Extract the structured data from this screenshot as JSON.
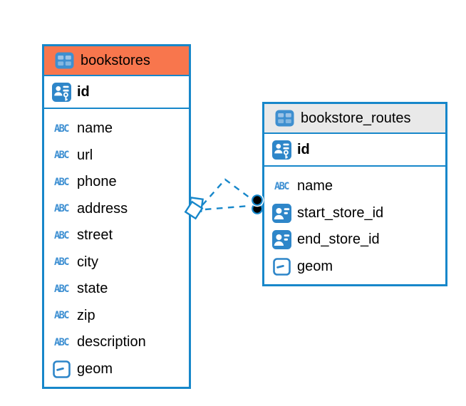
{
  "colors": {
    "table_border": "#1787CA",
    "bookstores_header_bg": "#F8764D",
    "routes_header_bg": "#E9E9E9",
    "icon_blue": "#2E86C9",
    "connection_line": "#1787CA",
    "text": "#000000"
  },
  "icons": {
    "table_glyph": "table-grid",
    "primary_key_glyph": "id-card-with-key",
    "reference_glyph": "id-card",
    "text_type_glyph": "ABC",
    "geometry_glyph": "box-dash"
  },
  "tables": [
    {
      "title": "bookstores",
      "primary_key": "id",
      "columns": [
        "name",
        "url",
        "phone",
        "address",
        "street",
        "city",
        "state",
        "zip",
        "description",
        "geom"
      ],
      "column_types": [
        "text",
        "text",
        "text",
        "text",
        "text",
        "text",
        "text",
        "text",
        "text",
        "geometry"
      ]
    },
    {
      "title": "bookstore_routes",
      "primary_key": "id",
      "columns": [
        "name",
        "start_store_id",
        "end_store_id",
        "geom"
      ],
      "column_types": [
        "text",
        "reference",
        "reference",
        "geometry"
      ]
    }
  ],
  "relationship": {
    "from_table": "bookstores",
    "to_table": "bookstore_routes",
    "line_style": "dashed",
    "from_marker": "diamond",
    "to_marker": "filled-circle",
    "line_count": 2
  }
}
